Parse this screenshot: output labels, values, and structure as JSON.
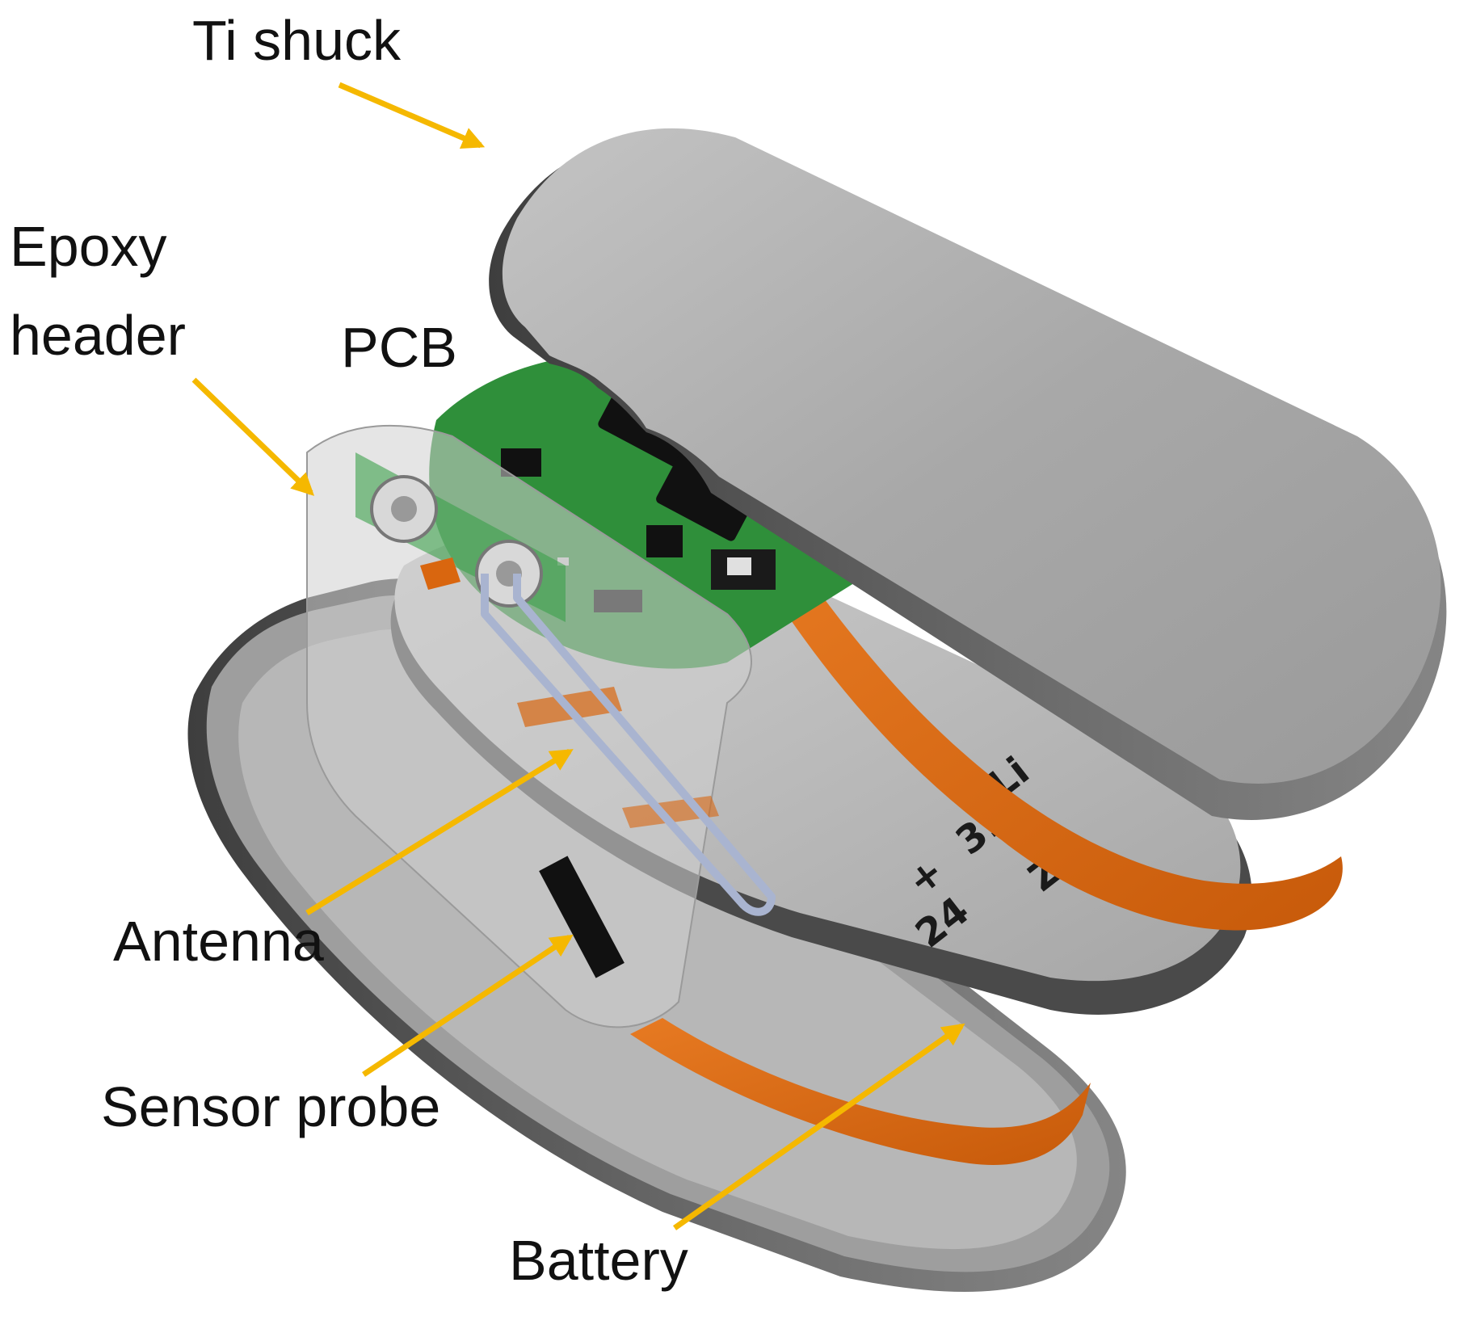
{
  "labels": {
    "ti_shuck": "Ti shuck",
    "epoxy_line1": "Epoxy",
    "epoxy_line2": "header",
    "pcb": "PCB",
    "antenna": "Antenna",
    "sensor_probe": "Sensor probe",
    "battery": "Battery"
  },
  "battery_print": {
    "line1": "Li",
    "line2": "31",
    "line3": "ZZ",
    "line4": "+",
    "line5": "24"
  },
  "colors": {
    "arrow": "#f5b800",
    "shell": "#a9a9a9",
    "shell_dark": "#5a5a5a",
    "pcb_green": "#2f8f3a",
    "copper": "#d9660f"
  }
}
